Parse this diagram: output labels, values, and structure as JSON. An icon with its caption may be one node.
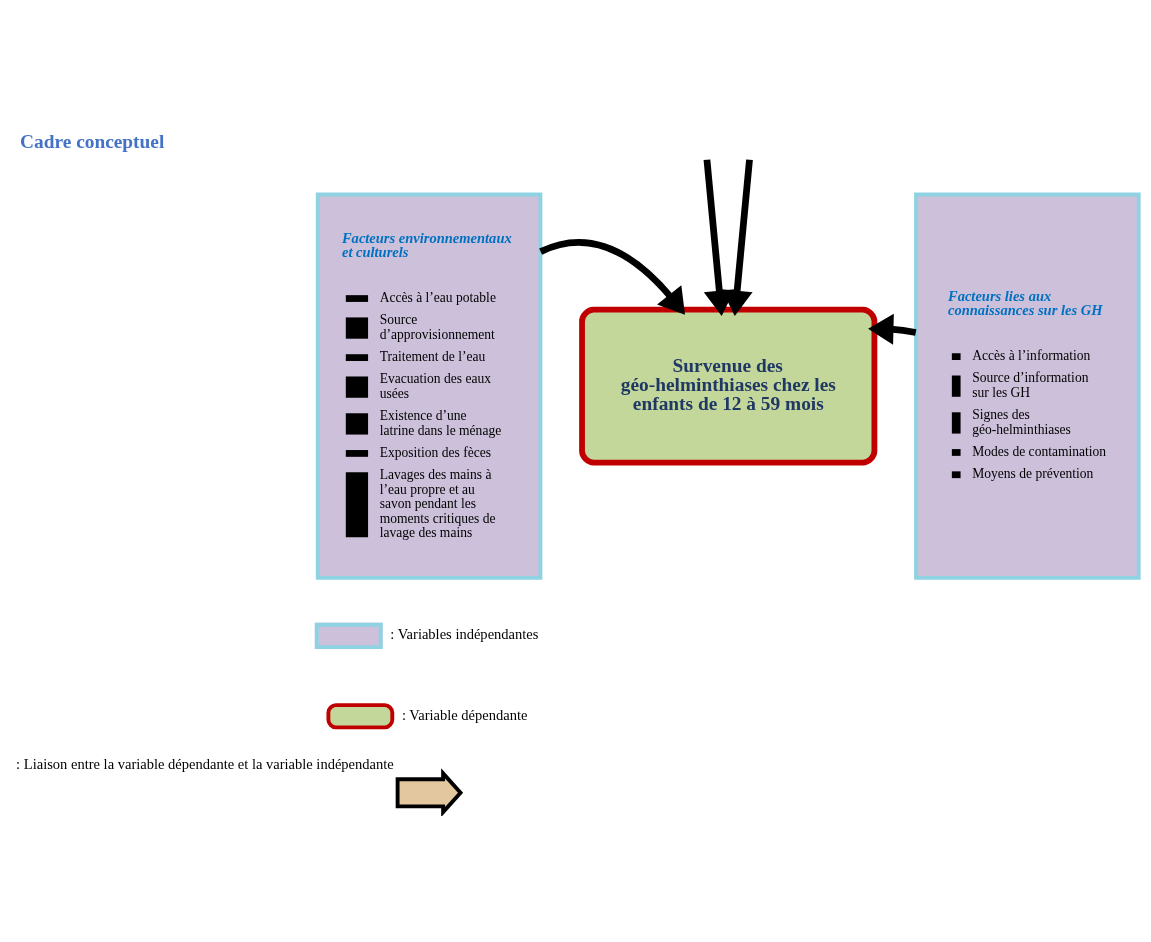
{
  "diagram": {
    "title": "Cadre conceptuel",
    "nodes": [
      {
        "text": [
          "Facteurs environnementaux et culturels",
          "Accès à l’eau potable",
          "Source d’approvisionnement",
          "Traitement de l’eau",
          "Evacuation des eaux usées",
          "Existence d’une latrine dans le ménage",
          "Exposition des fèces",
          "Lavages des mains à l’eau propre et au savon pendant les moments critiques de lavage des mains"
        ]
      },
      {
        "text": [
          "Survenue des géo-helminthiases chez les enfants de 12 à 59 mois"
        ]
      },
      {
        "text": [
          "Facteurs lies aux connaissances sur les GH",
          "Accès à l’information",
          "Source d’information sur les GH",
          "Signes des géo-helminthiases",
          "Modes de contamination",
          "Moyens de prévention"
        ]
      }
    ],
    "edges": [
      {
        "from": null,
        "to": 1,
        "arrow": "to"
      },
      {
        "from": null,
        "to": 1,
        "arrow": "to"
      },
      {
        "from": 0,
        "to": 1,
        "arrow": "to"
      },
      {
        "from": 2,
        "to": 1,
        "arrow": "to"
      }
    ],
    "legend": [
      {
        "text": ": Variables indépendantes",
        "color": "#ccc0da"
      },
      {
        "text": ": Variable dépendante",
        "color": "#c4d79b"
      },
      {
        "text": ": Liaison entre la variable dépendante et la variable indépendante"
      }
    ]
  }
}
